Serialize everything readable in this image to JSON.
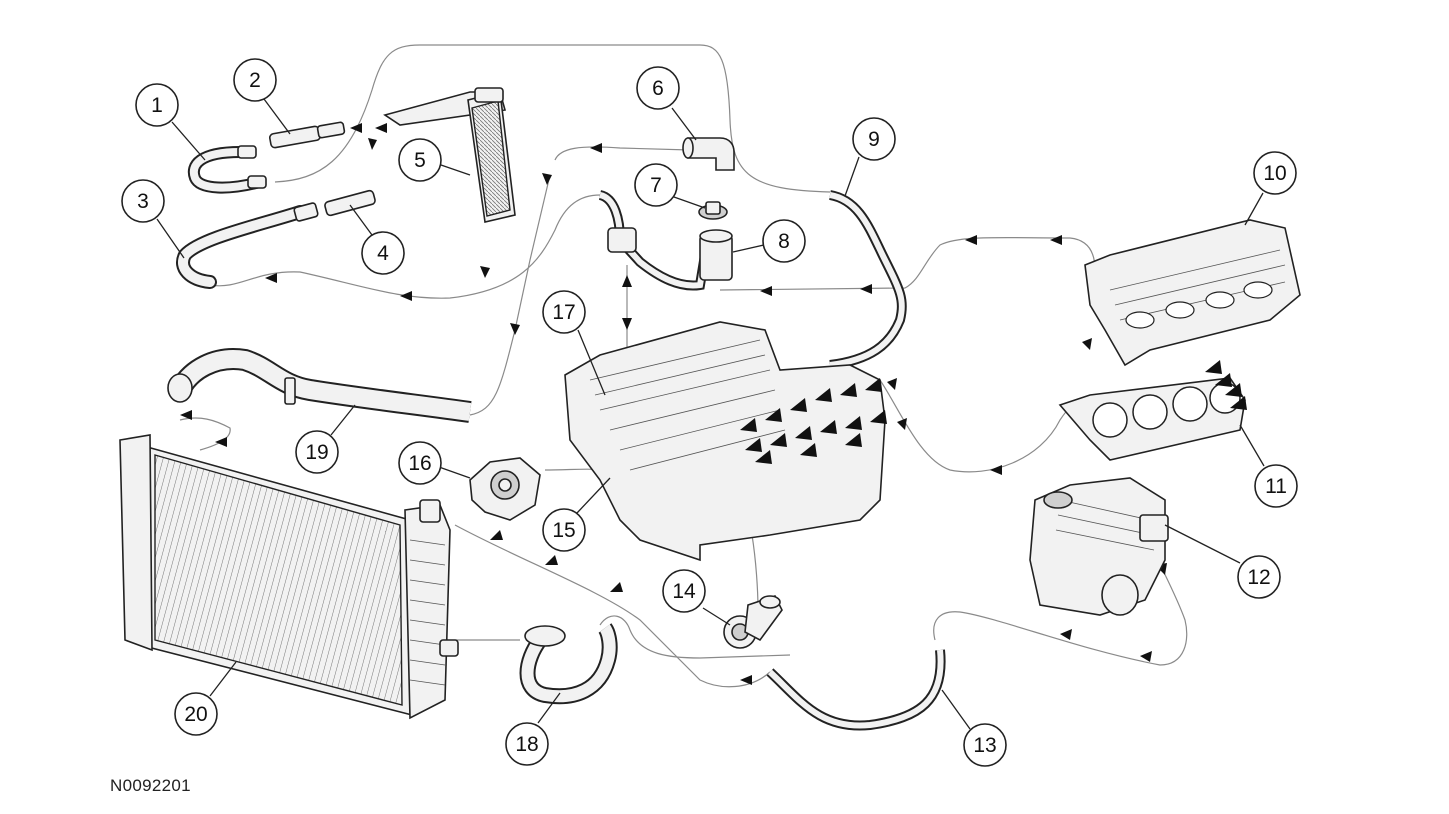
{
  "figure_id": "N0092201",
  "callouts": [
    {
      "label": "1"
    },
    {
      "label": "2"
    },
    {
      "label": "3"
    },
    {
      "label": "4"
    },
    {
      "label": "5"
    },
    {
      "label": "6"
    },
    {
      "label": "7"
    },
    {
      "label": "8"
    },
    {
      "label": "9"
    },
    {
      "label": "10"
    },
    {
      "label": "11"
    },
    {
      "label": "12"
    },
    {
      "label": "13"
    },
    {
      "label": "14"
    },
    {
      "label": "15"
    },
    {
      "label": "16"
    },
    {
      "label": "17"
    },
    {
      "label": "18"
    },
    {
      "label": "19"
    },
    {
      "label": "20"
    }
  ]
}
